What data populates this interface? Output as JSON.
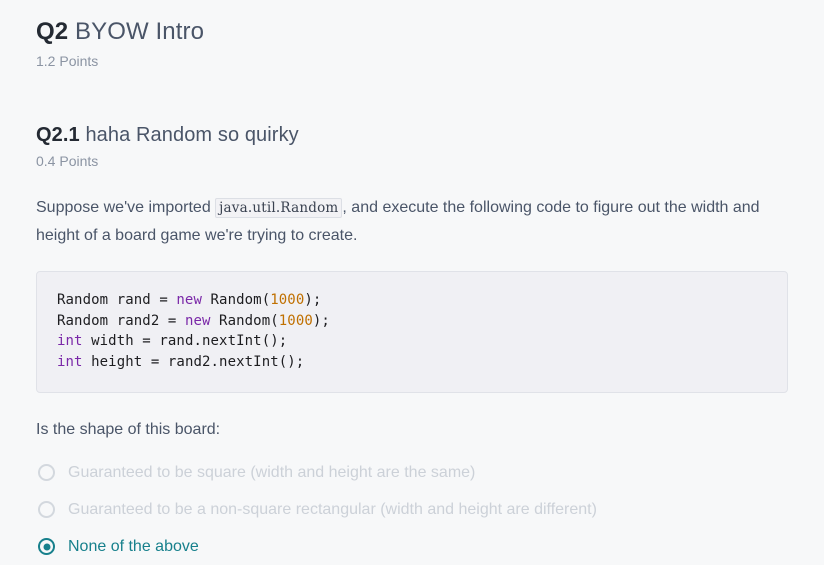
{
  "question_group": {
    "number": "Q2",
    "title": "BYOW Intro",
    "points": "1.2 Points"
  },
  "sub_question": {
    "number": "Q2.1",
    "title": "haha Random so quirky",
    "points": "0.4 Points",
    "prompt_part1": "Suppose we've imported ",
    "inline_code": "java.util.Random",
    "prompt_part2": ", and execute the following code to figure out the width and height of a board game we're trying to create.",
    "code_lines": [
      {
        "segments": [
          {
            "text": "Random rand = ",
            "type": "plain"
          },
          {
            "text": "new",
            "type": "keyword"
          },
          {
            "text": " Random(",
            "type": "plain"
          },
          {
            "text": "1000",
            "type": "number"
          },
          {
            "text": ");",
            "type": "plain"
          }
        ]
      },
      {
        "segments": [
          {
            "text": "Random rand2 = ",
            "type": "plain"
          },
          {
            "text": "new",
            "type": "keyword"
          },
          {
            "text": " Random(",
            "type": "plain"
          },
          {
            "text": "1000",
            "type": "number"
          },
          {
            "text": ");",
            "type": "plain"
          }
        ]
      },
      {
        "segments": [
          {
            "text": "int",
            "type": "keyword"
          },
          {
            "text": " width = rand.nextInt();",
            "type": "plain"
          }
        ]
      },
      {
        "segments": [
          {
            "text": "int",
            "type": "keyword"
          },
          {
            "text": " height = rand2.nextInt();",
            "type": "plain"
          }
        ]
      }
    ],
    "answer_lead": "Is the shape of this board:",
    "options": [
      {
        "label": "Guaranteed to be square (width and height are the same)",
        "selected": false,
        "state": "disabled"
      },
      {
        "label": "Guaranteed to be a non-square rectangular (width and height are different)",
        "selected": false,
        "state": "disabled"
      },
      {
        "label": "None of the above",
        "selected": true,
        "state": "selected"
      }
    ]
  },
  "colors": {
    "page_background": "#f7f8f9",
    "accent_teal": "#17808c",
    "heading_dark": "#242a33",
    "body_text": "#4a5568",
    "muted_text": "#8b94a3",
    "disabled_text": "#ccd1d8",
    "code_background": "#f0f0f4",
    "code_border": "#e0e2e8",
    "syntax_keyword": "#7a28a8",
    "syntax_number": "#c07000"
  }
}
